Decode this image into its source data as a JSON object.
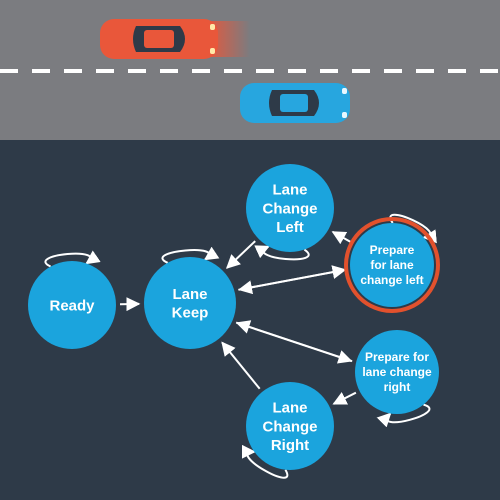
{
  "colors": {
    "road": "#7b7c80",
    "lane_marking": "#ffffff",
    "background": "#2e3a48",
    "state_fill": "#1ba4dd",
    "active_ring": "#e2512d",
    "arrow": "#ffffff",
    "red_car": "#e9573a",
    "blue_car": "#27a6df"
  },
  "road": {
    "vehicles": [
      {
        "name": "red-car",
        "color": "red",
        "state": "moving-fast"
      },
      {
        "name": "blue-car",
        "color": "blue",
        "state": "ego"
      }
    ]
  },
  "diagram": {
    "states": [
      {
        "id": "ready",
        "lines": [
          "Ready"
        ]
      },
      {
        "id": "lane-keep",
        "lines": [
          "Lane",
          "Keep"
        ]
      },
      {
        "id": "lane-change-left",
        "lines": [
          "Lane",
          "Change",
          "Left"
        ]
      },
      {
        "id": "prepare-left",
        "lines": [
          "Prepare",
          "for lane",
          "change left"
        ],
        "active": true
      },
      {
        "id": "prepare-right",
        "lines": [
          "Prepare for",
          "lane change",
          "right"
        ]
      },
      {
        "id": "lane-change-right",
        "lines": [
          "Lane",
          "Change",
          "Right"
        ]
      }
    ],
    "transitions": [
      {
        "from": "ready",
        "to": "lane-keep"
      },
      {
        "from": "lane-keep",
        "to": "prepare-left"
      },
      {
        "from": "prepare-left",
        "to": "lane-keep"
      },
      {
        "from": "prepare-left",
        "to": "lane-change-left"
      },
      {
        "from": "lane-change-left",
        "to": "lane-keep"
      },
      {
        "from": "lane-keep",
        "to": "prepare-right"
      },
      {
        "from": "prepare-right",
        "to": "lane-keep"
      },
      {
        "from": "prepare-right",
        "to": "lane-change-right"
      },
      {
        "from": "lane-change-right",
        "to": "lane-keep"
      }
    ],
    "self_loops": [
      "ready",
      "lane-keep",
      "lane-change-left",
      "prepare-left",
      "prepare-right",
      "lane-change-right"
    ]
  }
}
